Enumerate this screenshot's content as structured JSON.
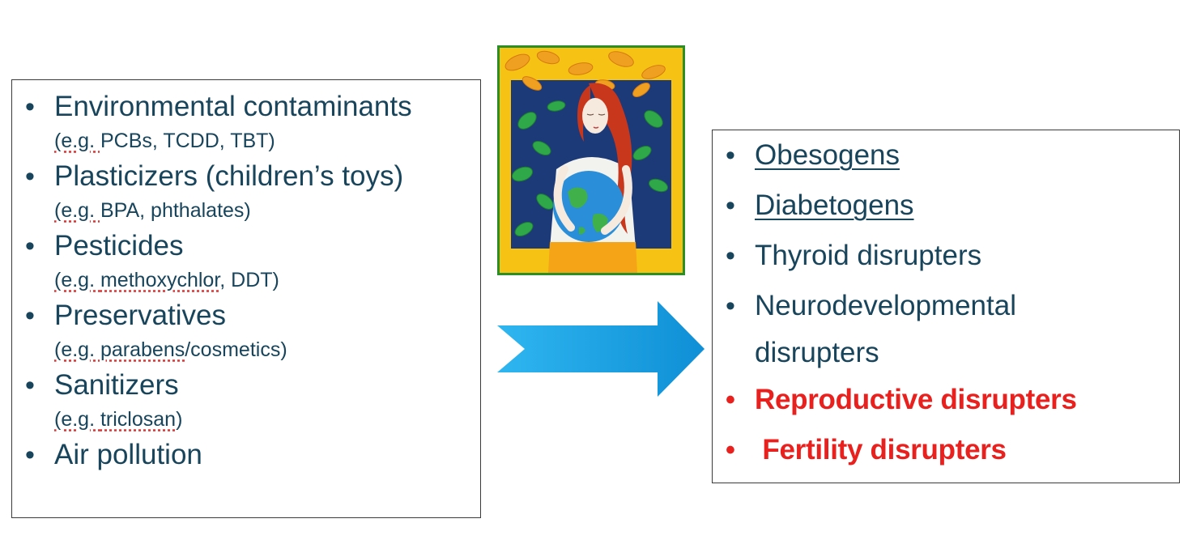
{
  "left_box": {
    "items": [
      {
        "main": "Environmental contaminants",
        "sub_prefix": "(e.g. ",
        "sub_terms": "PCBs, TCDD, TBT)"
      },
      {
        "main": "Plasticizers (children’s toys)",
        "sub_prefix": "(e.g. ",
        "sub_terms": "BPA, phthalates)"
      },
      {
        "main": "Pesticides",
        "sub_prefix": "(e.g. ",
        "sub_underlined": "methoxychlor",
        "sub_terms": ", DDT)"
      },
      {
        "main": "Preservatives",
        "sub_prefix": "(e.g. ",
        "sub_underlined": "parabens",
        "sub_terms": "/cosmetics)"
      },
      {
        "main": "Sanitizers",
        "sub_prefix": "(e.g. ",
        "sub_underlined": "triclosan",
        "sub_terms": ")"
      },
      {
        "main": "Air pollution"
      }
    ]
  },
  "right_box": {
    "items": [
      {
        "label": "Obesogens"
      },
      {
        "label": "Diabetogens"
      },
      {
        "label": "Thyroid disrupters"
      },
      {
        "line1": "Neurodevelopmental",
        "line2": "disrupters"
      },
      {
        "label": "Reproductive disrupters"
      },
      {
        "label": " Fertility disrupters"
      }
    ]
  },
  "bullet": "•",
  "colors": {
    "text": "#18455c",
    "highlight": "#e8201e",
    "arrow": "#1a9ee0",
    "frame_border": "#2a8f2a",
    "frame_background": "#f6c315"
  },
  "illustration": {
    "subject": "woman-embracing-earth",
    "icons": [
      "leaf-icon",
      "globe-icon"
    ]
  }
}
